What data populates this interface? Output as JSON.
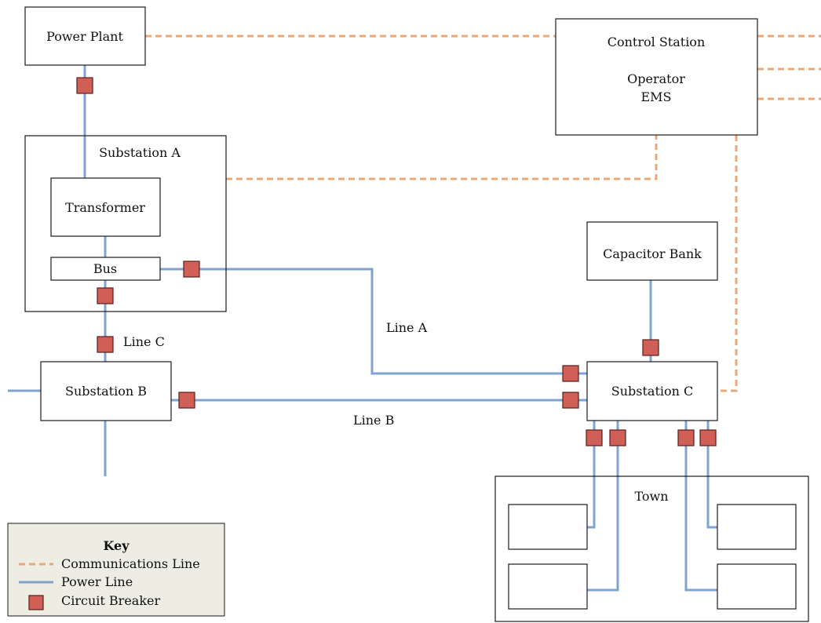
{
  "colors": {
    "power": "#7fa3cf",
    "comm": "#e8a87a",
    "breaker_fill": "#cf5f57",
    "breaker_stroke": "#5a1f1c",
    "box_stroke": "#1a1a1a",
    "key_bg": "#eeede4"
  },
  "boxes": {
    "power_plant": "Power Plant",
    "control_station": "Control Station",
    "operator": "Operator",
    "ems": "EMS",
    "substation_a": "Substation A",
    "transformer": "Transformer",
    "bus": "Bus",
    "substation_b": "Substation B",
    "substation_c": "Substation C",
    "capacitor_bank": "Capacitor Bank",
    "town": "Town"
  },
  "lines": {
    "line_a": "Line A",
    "line_b": "Line B",
    "line_c": "Line C"
  },
  "key": {
    "title": "Key",
    "comm": "Communications Line",
    "power": "Power Line",
    "breaker": "Circuit Breaker"
  }
}
